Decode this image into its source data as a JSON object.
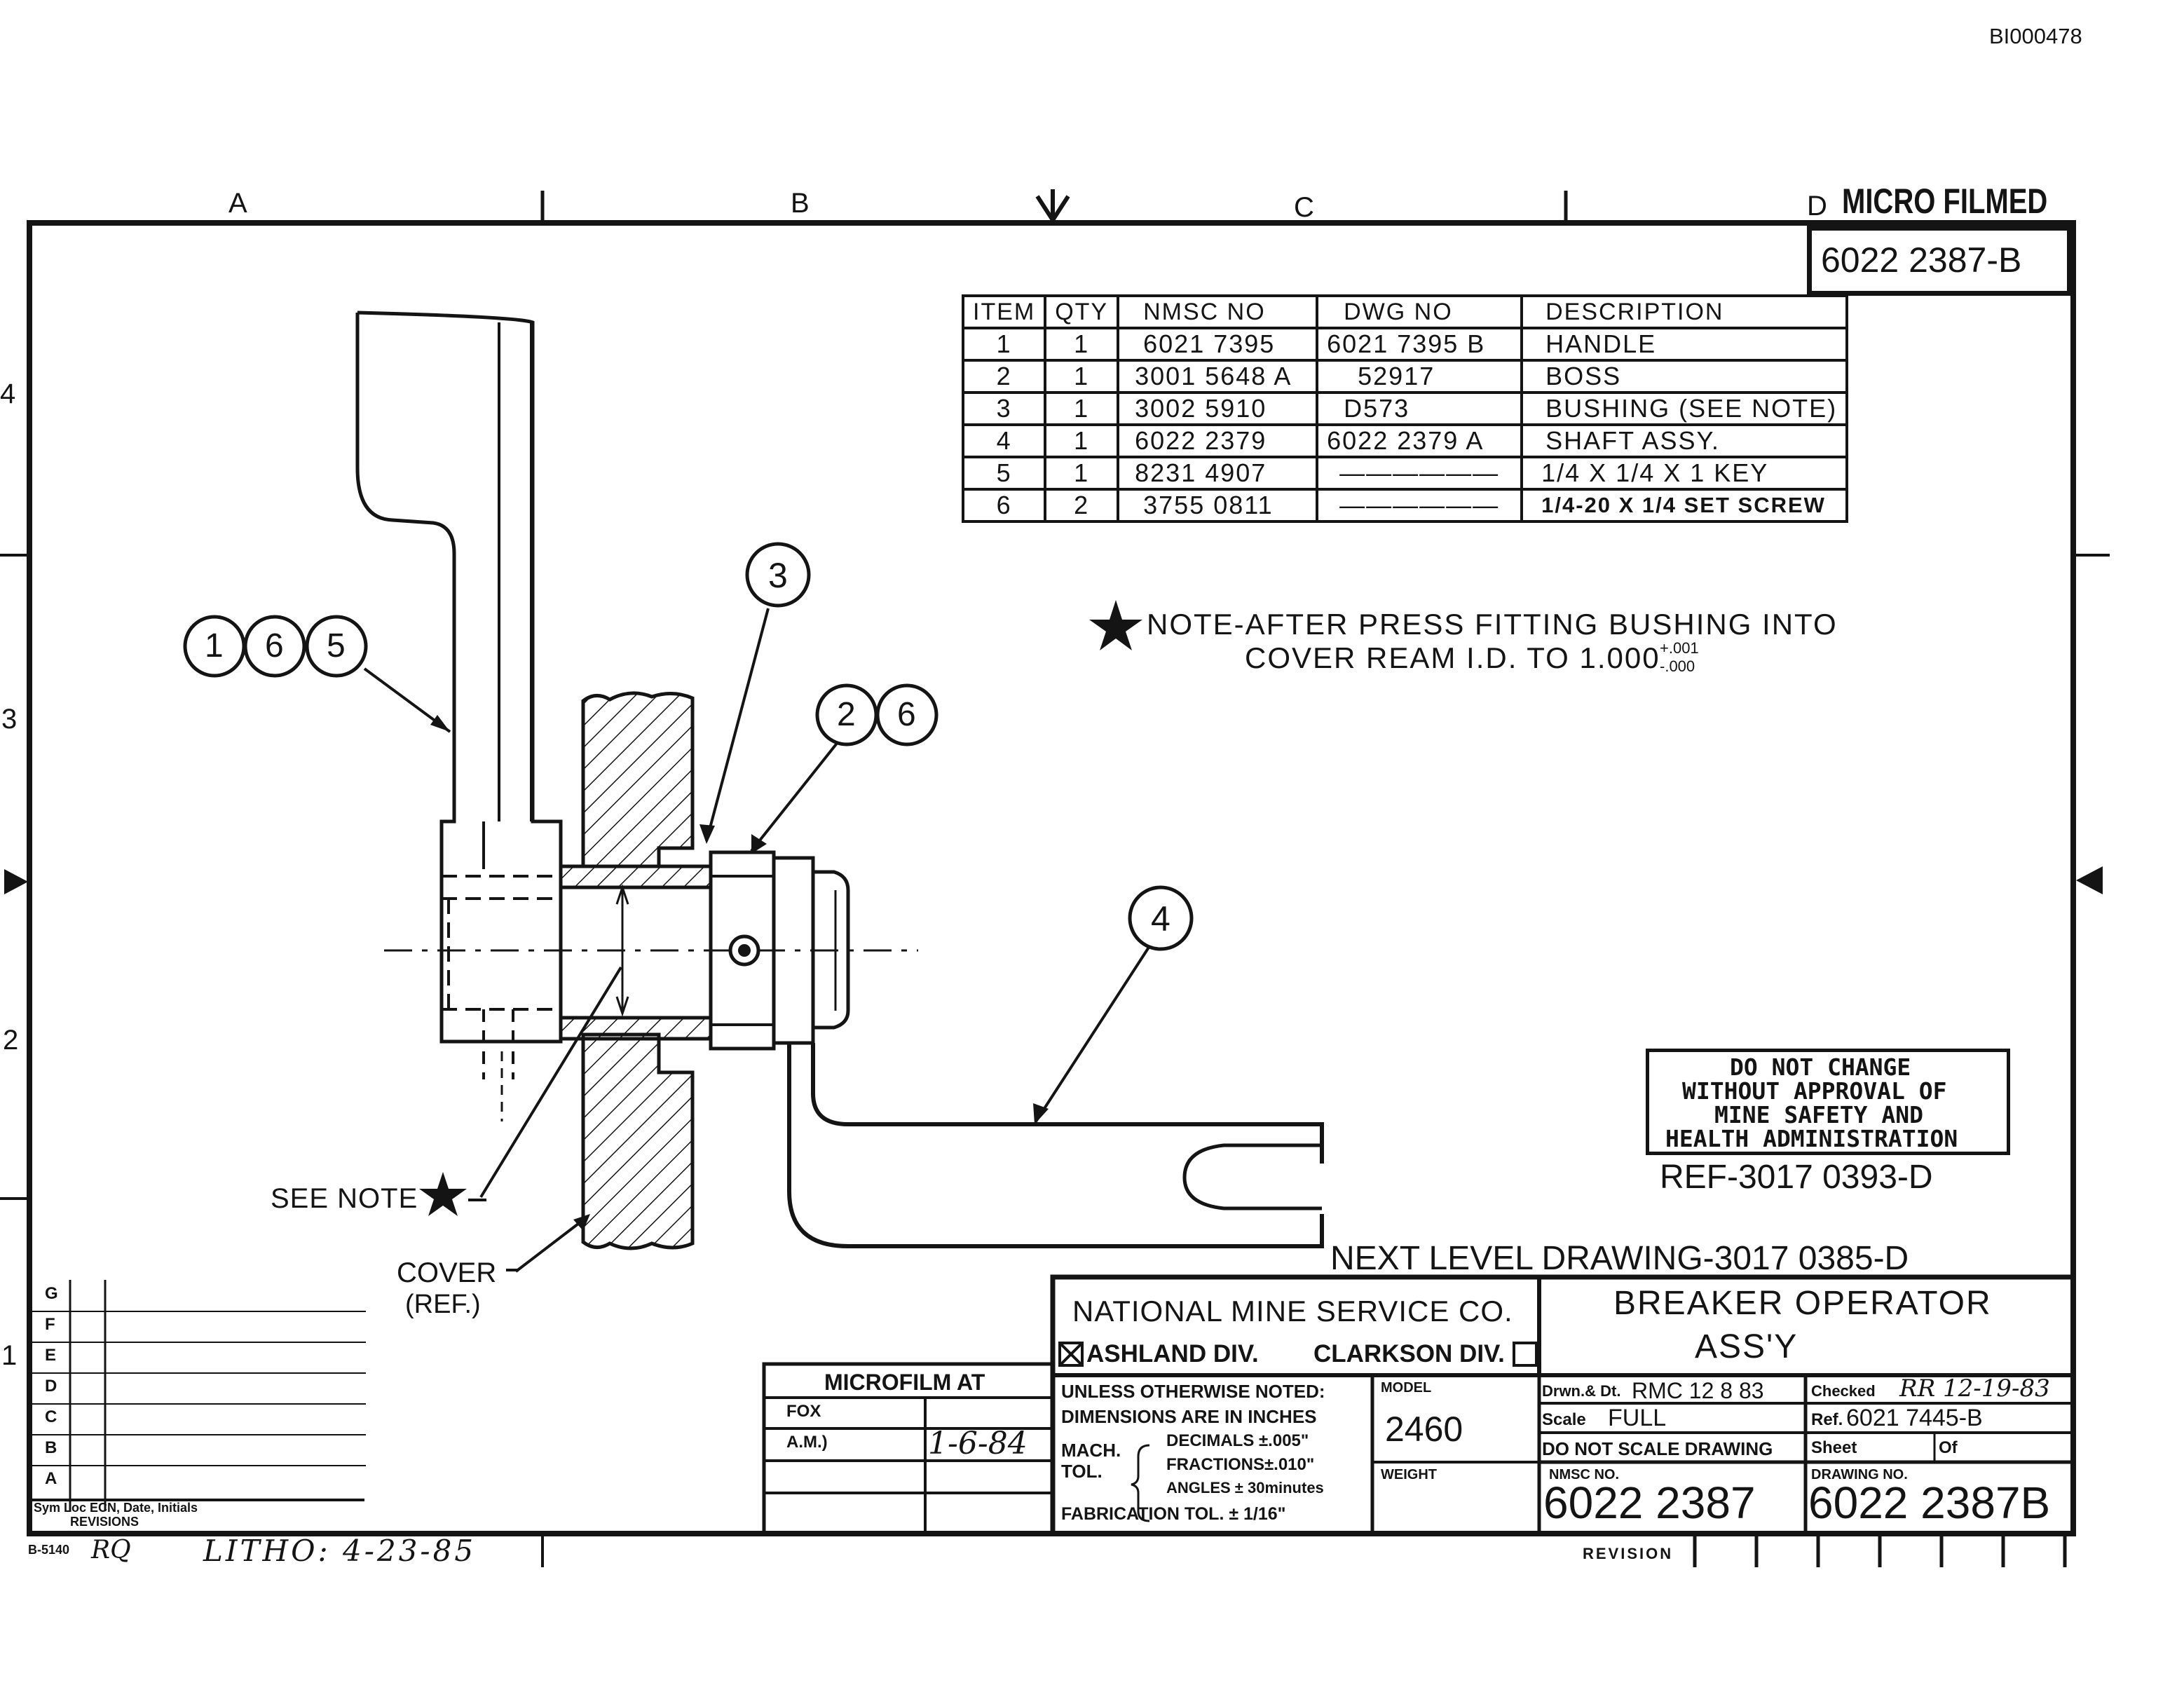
{
  "doc_id": "BI000478",
  "stamp": "MICRO FILMED",
  "drawing_number_top": "6022 2387-B",
  "zones_top": [
    "A",
    "B",
    "C",
    "D"
  ],
  "zones_side": [
    "4",
    "3",
    "2",
    "1"
  ],
  "parts_table": {
    "headers": [
      "ITEM",
      "QTY",
      "NMSC  NO",
      "DWG  NO",
      "DESCRIPTION"
    ],
    "rows": [
      [
        "1",
        "1",
        "6021 7395",
        "6021 7395 B",
        "HANDLE"
      ],
      [
        "2",
        "1",
        "3001 5648 A",
        "52917",
        "BOSS"
      ],
      [
        "3",
        "1",
        "3002 5910",
        "D573",
        "BUSHING (SEE NOTE)"
      ],
      [
        "4",
        "1",
        "6022 2379",
        "6022 2379 A",
        "SHAFT ASSY."
      ],
      [
        "5",
        "1",
        "8231 4907",
        "——————",
        "1/4 X 1/4 X 1 KEY"
      ],
      [
        "6",
        "2",
        "3755 0811",
        "——————",
        "1/4-20 X 1/4 SET SCREW"
      ]
    ]
  },
  "note": {
    "line1": "NOTE-AFTER PRESS FITTING BUSHING INTO",
    "line2": "COVER REAM  I.D. TO  1.000",
    "tol_plus": "+.001",
    "tol_minus": "-.000"
  },
  "balloons": {
    "group_a": [
      "1",
      "6",
      "5"
    ],
    "item3": "3",
    "group_b": [
      "2",
      "6"
    ],
    "item4": "4"
  },
  "callouts": {
    "see_note": "SEE NOTE",
    "cover": "COVER",
    "cover_ref": "(REF.)"
  },
  "warning_box": [
    "DO NOT CHANGE",
    "WITHOUT APPROVAL OF",
    "MINE SAFETY AND",
    "HEALTH ADMINISTRATION"
  ],
  "ref_number": "REF-3017 0393-D",
  "next_level": "NEXT  LEVEL  DRAWING-3017 0385-D",
  "title_block": {
    "company": "NATIONAL  MINE  SERVICE  CO.",
    "division_a": "ASHLAND  DIV.",
    "division_b": "CLARKSON  DIV.",
    "title_line1": "BREAKER  OPERATOR",
    "title_line2": "ASS'Y",
    "unless_noted": "UNLESS OTHERWISE NOTED:",
    "dimensions": "DIMENSIONS ARE IN INCHES",
    "mach": "MACH.",
    "tol": "TOL.",
    "decimals": "DECIMALS ±.005\"",
    "fractions": "FRACTIONS±.010\"",
    "angles": "ANGLES ± 30minutes",
    "fabrication": "FABRICATION TOL. ± 1/16\"",
    "model_label": "MODEL",
    "model": "2460",
    "weight_label": "WEIGHT",
    "drawn_label": "Drwn.& Dt.",
    "drawn_value": "RMC  12 8 83",
    "checked_label": "Checked",
    "checked_value": "RR 12-19-83",
    "scale_label": "Scale",
    "scale_value": "FULL",
    "ref_label": "Ref.",
    "ref_value": "6021 7445-B",
    "do_not_scale": "DO NOT SCALE DRAWING",
    "sheet_label": "Sheet",
    "of_label": "Of",
    "nmsc_label": "NMSC NO.",
    "nmsc_value": "6022 2387",
    "drawing_no_label": "DRAWING NO.",
    "drawing_no_value": "6022 2387B",
    "revision_label": "REVISION"
  },
  "microfilm": {
    "header": "MICROFILM  AT",
    "row1_label": "FOX",
    "row2_label": "A.M.)",
    "row2_value": "1-6-84"
  },
  "revisions": {
    "letters": [
      "G",
      "F",
      "E",
      "D",
      "C",
      "B",
      "A"
    ],
    "footer": "Sym Loc ECN, Date, Initials",
    "footer2": "REVISIONS"
  },
  "form_number": "B-5140",
  "initials": "RQ",
  "litho": "LITHO: 4-23-85"
}
